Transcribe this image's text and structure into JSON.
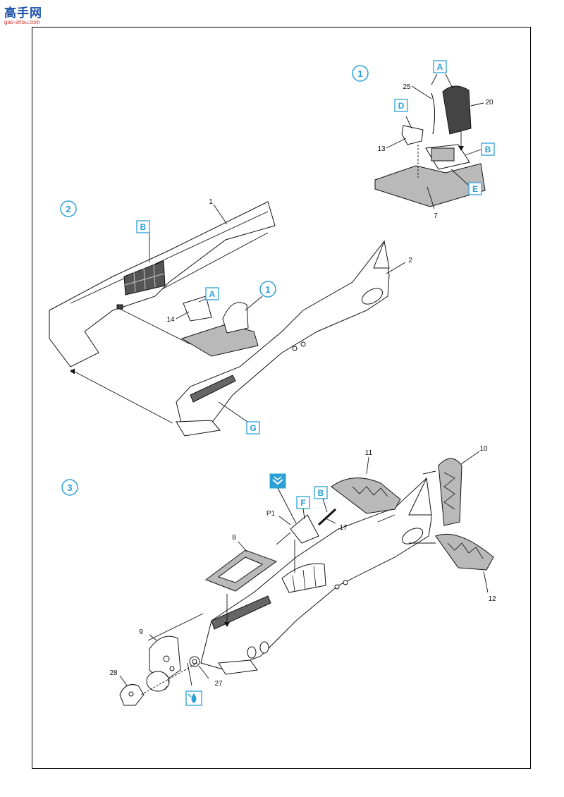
{
  "logo": {
    "chars": "高手网",
    "url": "gao-shou.com"
  },
  "steps": [
    "1",
    "2",
    "3"
  ],
  "part_numbers": {
    "p1": "1",
    "p2": "2",
    "p7": "7",
    "p8": "8",
    "p9": "9",
    "p10": "10",
    "p11": "11",
    "p12": "12",
    "p13": "13",
    "p14": "14",
    "p17": "17",
    "p20": "20",
    "p25": "25",
    "p27": "27",
    "p28": "28",
    "pP1": "P1"
  },
  "letter_labels": {
    "s1_A": "A",
    "s1_D": "D",
    "s1_B": "B",
    "s1_E": "E",
    "s2_B": "B",
    "s2_A": "A",
    "s2_1": "1",
    "s2_G": "G",
    "s3_F": "F",
    "s3_B": "B"
  },
  "icons": [
    "glue-icon",
    "paint-drop-icon"
  ],
  "colors": {
    "accent": "#2aa0d6",
    "line": "#111111"
  }
}
